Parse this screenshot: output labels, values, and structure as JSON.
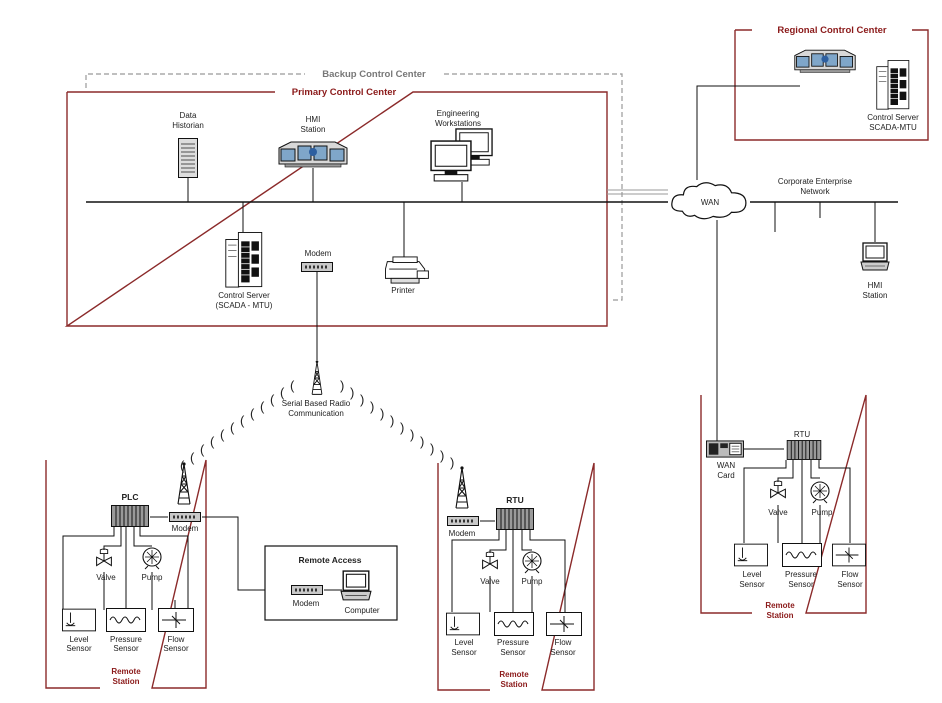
{
  "primary_center": {
    "title": "Primary Control Center",
    "data_historian": [
      "Data",
      "Historian"
    ],
    "hmi_station": [
      "HMI",
      "Station"
    ],
    "engineering": [
      "Engineering",
      "Workstations"
    ],
    "control_server": [
      "Control Server",
      "(SCADA - MTU)"
    ],
    "modem": "Modem",
    "printer": "Printer"
  },
  "backup_center": {
    "title": "Backup Control Center"
  },
  "regional_center": {
    "title": "Regional Control Center",
    "control_server": [
      "Control Server",
      "SCADA-MTU"
    ]
  },
  "wan": {
    "label": "WAN"
  },
  "corporate": {
    "network": [
      "Corporate Enterprise",
      "Network"
    ],
    "hmi_station": [
      "HMI",
      "Station"
    ]
  },
  "radio": {
    "label": [
      "Serial Based Radio",
      "Communication"
    ]
  },
  "remote_left": {
    "plc": "PLC",
    "modem": "Modem",
    "valve": "Valve",
    "pump": "Pump",
    "level": [
      "Level",
      "Sensor"
    ],
    "pressure": [
      "Pressure",
      "Sensor"
    ],
    "flow": [
      "Flow",
      "Sensor"
    ],
    "title": [
      "Remote",
      "Station"
    ]
  },
  "remote_access": {
    "title": "Remote Access",
    "modem": "Modem",
    "computer": "Computer"
  },
  "remote_middle": {
    "rtu": "RTU",
    "modem": "Modem",
    "valve": "Valve",
    "pump": "Pump",
    "level": [
      "Level",
      "Sensor"
    ],
    "pressure": [
      "Pressure",
      "Sensor"
    ],
    "flow": [
      "Flow",
      "Sensor"
    ],
    "title": [
      "Remote",
      "Station"
    ]
  },
  "remote_right": {
    "rtu": "RTU",
    "wan_card": [
      "WAN",
      "Card"
    ],
    "valve": "Valve",
    "pump": "Pump",
    "level": [
      "Level",
      "Sensor"
    ],
    "pressure": [
      "Pressure",
      "Sensor"
    ],
    "flow": [
      "Flow",
      "Sensor"
    ],
    "title": [
      "Remote",
      "Station"
    ]
  },
  "colors": {
    "accent_red": "#8b1a1a",
    "line": "#111111"
  }
}
